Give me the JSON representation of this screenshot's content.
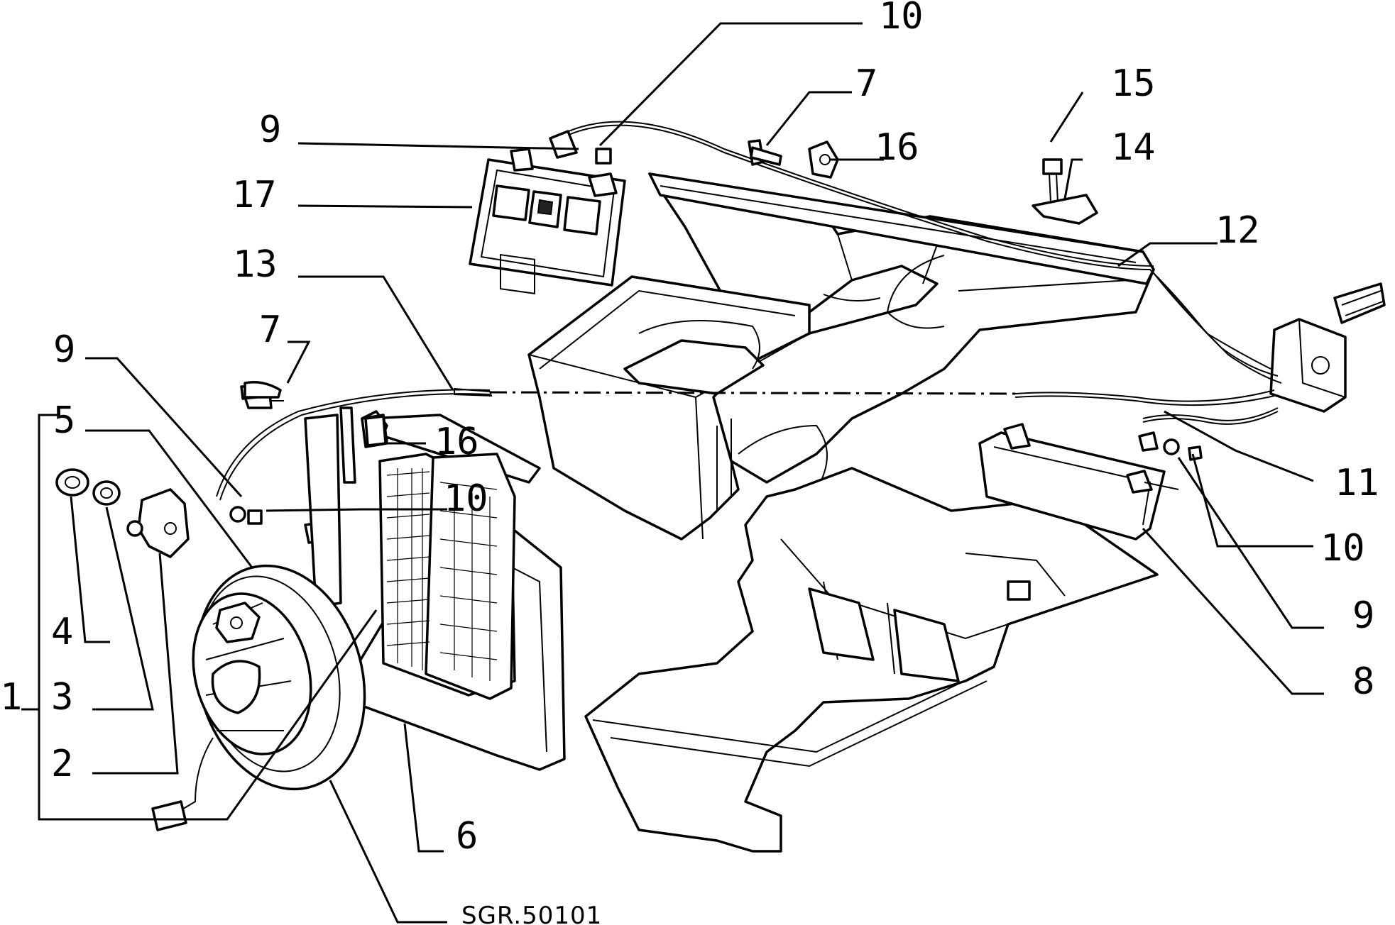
{
  "diagram": {
    "reference_code": "SGR.50101",
    "callouts": [
      {
        "id": "label-10-top",
        "text": "10"
      },
      {
        "id": "label-7-top",
        "text": "7"
      },
      {
        "id": "label-15",
        "text": "15"
      },
      {
        "id": "label-9-top",
        "text": "9"
      },
      {
        "id": "label-16-top",
        "text": "16"
      },
      {
        "id": "label-14",
        "text": "14"
      },
      {
        "id": "label-17",
        "text": "17"
      },
      {
        "id": "label-12",
        "text": "12"
      },
      {
        "id": "label-13",
        "text": "13"
      },
      {
        "id": "label-7-left",
        "text": "7"
      },
      {
        "id": "label-9-left",
        "text": "9"
      },
      {
        "id": "label-5",
        "text": "5"
      },
      {
        "id": "label-16-mid",
        "text": "16"
      },
      {
        "id": "label-10-mid",
        "text": "10"
      },
      {
        "id": "label-4",
        "text": "4"
      },
      {
        "id": "label-3",
        "text": "3"
      },
      {
        "id": "label-1",
        "text": "1"
      },
      {
        "id": "label-2",
        "text": "2"
      },
      {
        "id": "label-6",
        "text": "6"
      },
      {
        "id": "label-11",
        "text": "11"
      },
      {
        "id": "label-10-right",
        "text": "10"
      },
      {
        "id": "label-9-right",
        "text": "9"
      },
      {
        "id": "label-8",
        "text": "8"
      }
    ]
  }
}
